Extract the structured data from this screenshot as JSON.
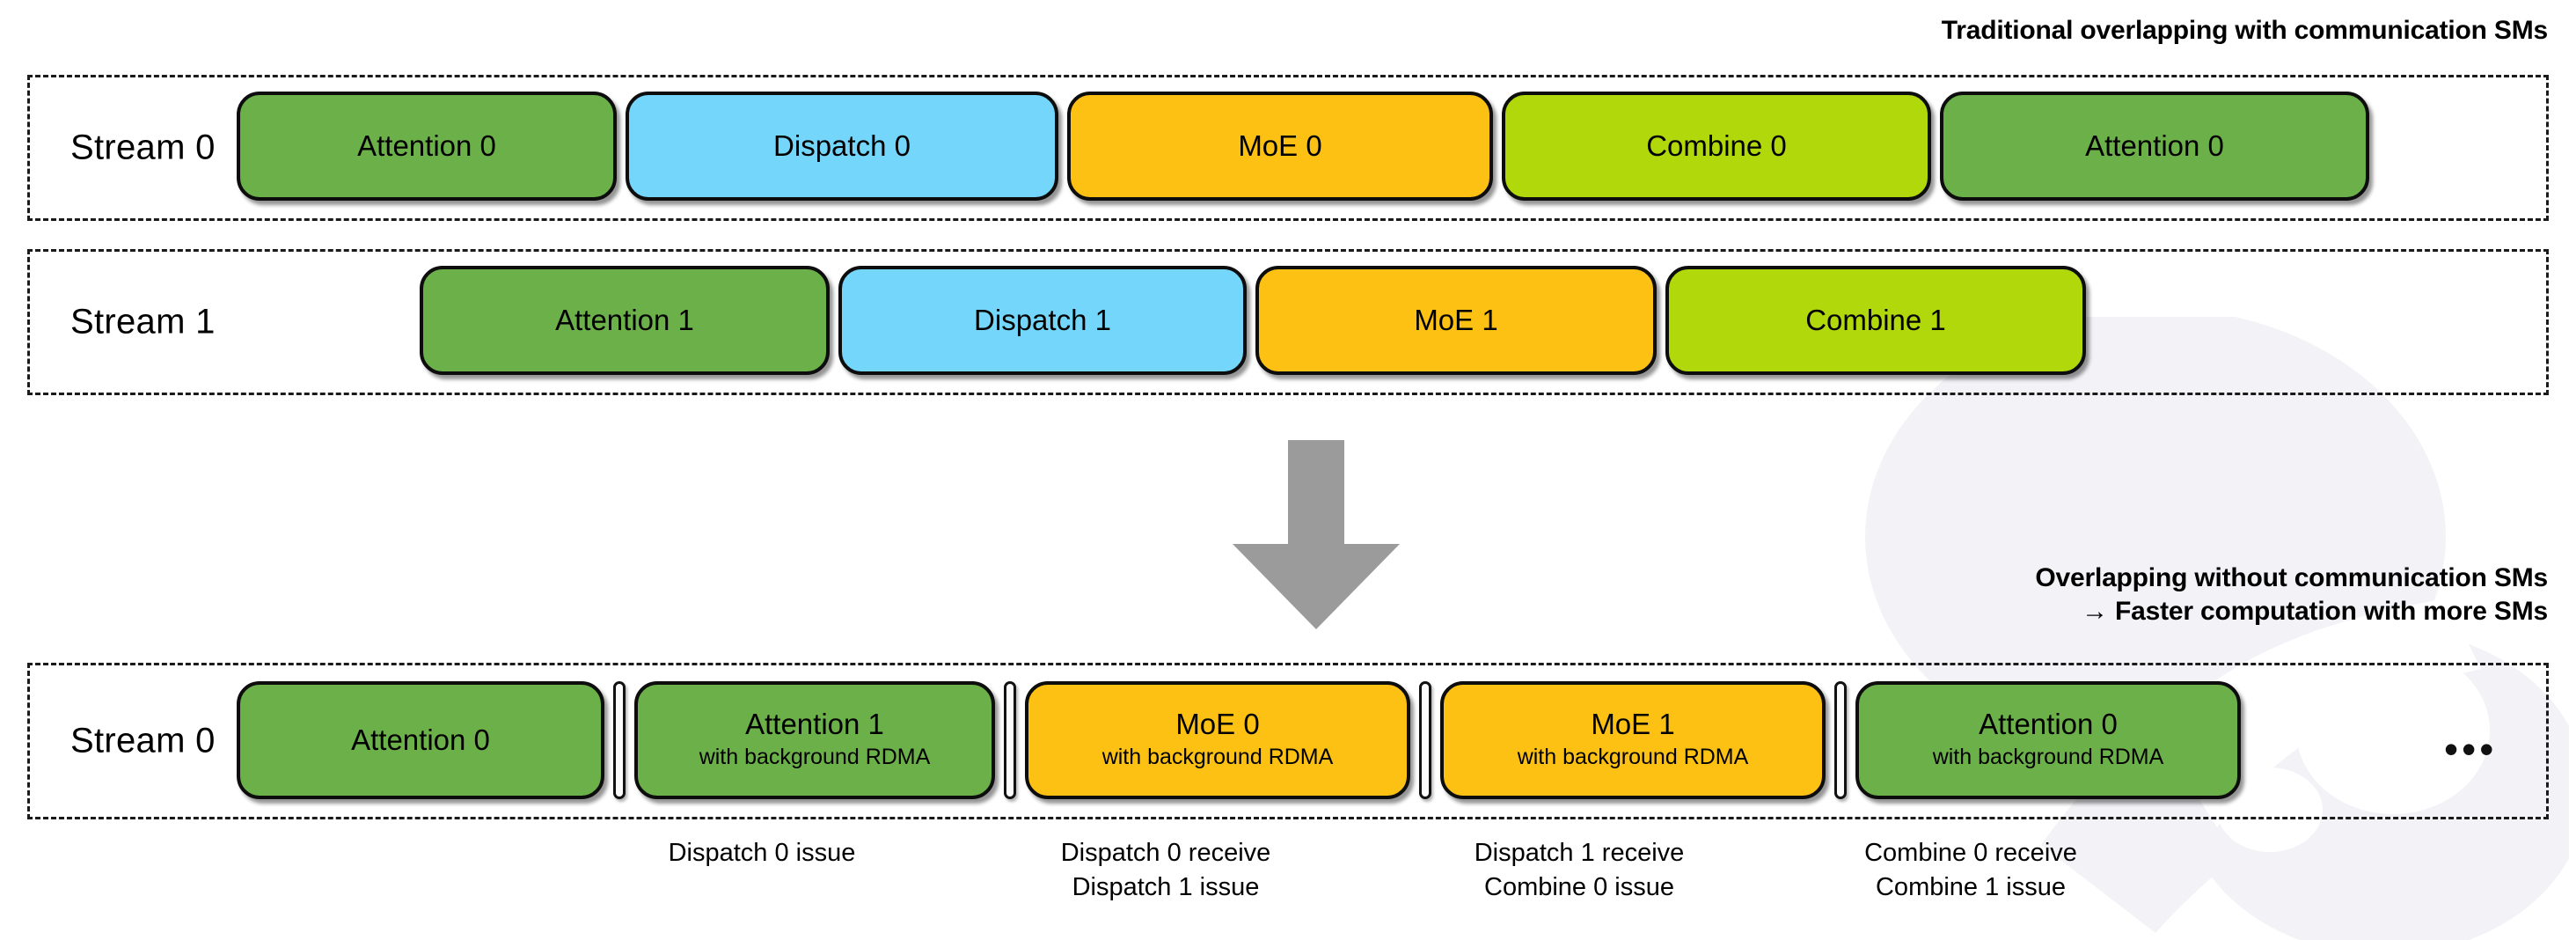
{
  "captions": {
    "top": "Traditional overlapping with communication SMs",
    "bottom": "Overlapping without communication SMs\n→ Faster computation with more SMs"
  },
  "colors": {
    "attention": "#6cb04a",
    "dispatch": "#74d6fa",
    "moe": "#fdc114",
    "combine": "#b0d80a",
    "arrow": "#9b9b9b",
    "border": "#0d0d0d",
    "lane_border": "#1a1a1a"
  },
  "lanes": [
    {
      "name": "stream0-top",
      "label": "Stream 0",
      "boxes": [
        {
          "title": "Attention 0",
          "sub": "",
          "kind": "attention"
        },
        {
          "title": "Dispatch 0",
          "sub": "",
          "kind": "dispatch"
        },
        {
          "title": "MoE 0",
          "sub": "",
          "kind": "moe"
        },
        {
          "title": "Combine 0",
          "sub": "",
          "kind": "combine"
        },
        {
          "title": "Attention 0",
          "sub": "",
          "kind": "attention"
        }
      ]
    },
    {
      "name": "stream1",
      "label": "Stream 1",
      "boxes": [
        {
          "title": "Attention 1",
          "sub": "",
          "kind": "attention"
        },
        {
          "title": "Dispatch 1",
          "sub": "",
          "kind": "dispatch"
        },
        {
          "title": "MoE 1",
          "sub": "",
          "kind": "moe"
        },
        {
          "title": "Combine 1",
          "sub": "",
          "kind": "combine"
        }
      ]
    },
    {
      "name": "stream0-bottom",
      "label": "Stream 0",
      "ellipsis": "•••",
      "boxes": [
        {
          "title": "Attention 0",
          "sub": "",
          "kind": "attention"
        },
        {
          "title": "Attention 1",
          "sub": "with background RDMA",
          "kind": "attention"
        },
        {
          "title": "MoE 0",
          "sub": "with background RDMA",
          "kind": "moe"
        },
        {
          "title": "MoE 1",
          "sub": "with background RDMA",
          "kind": "moe"
        },
        {
          "title": "Attention 0",
          "sub": "with background RDMA",
          "kind": "attention"
        }
      ]
    }
  ],
  "events": [
    {
      "text": "Dispatch 0 issue"
    },
    {
      "text": "Dispatch 0 receive\nDispatch 1 issue"
    },
    {
      "text": "Dispatch 1 receive\nCombine 0 issue"
    },
    {
      "text": "Combine 0 receive\nCombine 1 issue"
    }
  ],
  "arrow": {
    "direction": "down"
  }
}
